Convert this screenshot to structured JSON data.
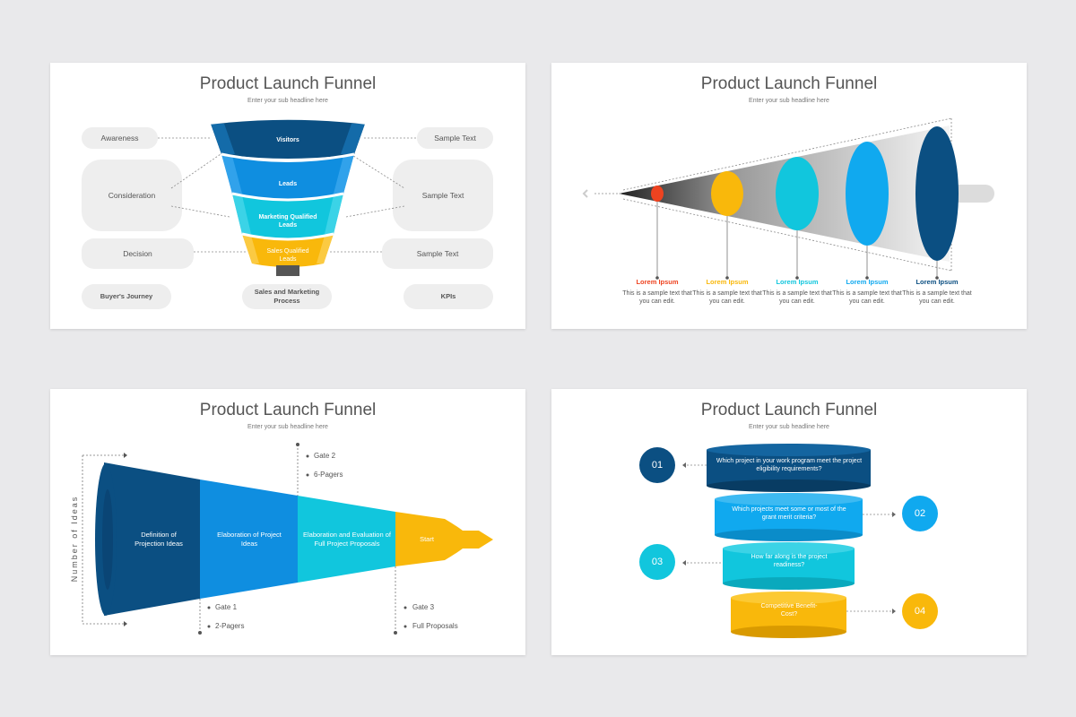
{
  "colors": {
    "navy": "#0b4f82",
    "blue": "#0f8ee0",
    "sky": "#10a9ef",
    "cyan": "#11c6dd",
    "yellow": "#f9b80b",
    "red": "#ee4320",
    "gray_pill": "#eeeeee"
  },
  "slides": [
    {
      "title": "Product Launch Funnel",
      "subtitle": "Enter your sub headline here",
      "left_labels": [
        "Awareness",
        "Consideration",
        "Decision"
      ],
      "right_labels": [
        "Sample Text",
        "Sample Text",
        "Sample Text"
      ],
      "funnel_stages": [
        "Visitors",
        "Leads",
        "Marketing Qualified Leads",
        "Sales Qualified Leads"
      ],
      "footer": {
        "left": "Buyer's Journey",
        "center": "Sales and Marketing Process",
        "right": "KPIs"
      }
    },
    {
      "title": "Product Launch Funnel",
      "subtitle": "Enter your sub headline here",
      "items": [
        {
          "label": "Lorem Ipsum",
          "text": "This is a sample text that you can edit.",
          "color": "#ee4320"
        },
        {
          "label": "Lorem Ipsum",
          "text": "This is a sample text that you can edit.",
          "color": "#f9b80b"
        },
        {
          "label": "Lorem Ipsum",
          "text": "This is a sample text that you can edit.",
          "color": "#11c6dd"
        },
        {
          "label": "Lorem Ipsum",
          "text": "This is a sample text that you can edit.",
          "color": "#10a9ef"
        },
        {
          "label": "Lorem Ipsum",
          "text": "This is a sample text that you can edit.",
          "color": "#0b4f82"
        }
      ]
    },
    {
      "title": "Product Launch Funnel",
      "subtitle": "Enter your sub headline here",
      "y_label": "Number of Ideas",
      "segments": [
        "Definition of Projection Ideas",
        "Elaboration of Project Ideas",
        "Elaboration and Evaluation of Full Project Proposals",
        "Start"
      ],
      "gates": [
        {
          "gate": "Gate 2",
          "item": "6-Pagers"
        },
        {
          "gate": "Gate 1",
          "item": "2-Pagers"
        },
        {
          "gate": "Gate 3",
          "item": "Full Proposals"
        }
      ]
    },
    {
      "title": "Product Launch Funnel",
      "subtitle": "Enter your sub headline here",
      "steps": [
        {
          "num": "01",
          "text": "Which project in your work program meet the project eligibility requirements?"
        },
        {
          "num": "02",
          "text": "Which projects meet some or most of the grant merit criteria?"
        },
        {
          "num": "03",
          "text": "How far along is the project readiness?"
        },
        {
          "num": "04",
          "text": "Competitive Benefit-Cost?"
        }
      ]
    }
  ]
}
